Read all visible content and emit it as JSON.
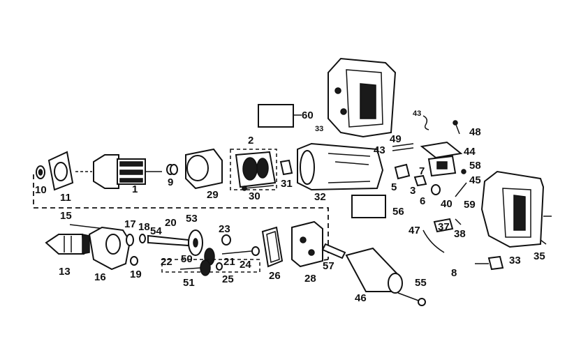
{
  "diagram": {
    "labels": [
      {
        "id": "l-10",
        "text": "10"
      },
      {
        "id": "l-11",
        "text": "11"
      },
      {
        "id": "l-1",
        "text": "1"
      },
      {
        "id": "l-9",
        "text": "9"
      },
      {
        "id": "l-29",
        "text": "29"
      },
      {
        "id": "l-2",
        "text": "2"
      },
      {
        "id": "l-30",
        "text": "30"
      },
      {
        "id": "l-31",
        "text": "31"
      },
      {
        "id": "l-32",
        "text": "32"
      },
      {
        "id": "l-60",
        "text": "60"
      },
      {
        "id": "l-33a",
        "text": "33"
      },
      {
        "id": "l-43a",
        "text": "43"
      },
      {
        "id": "l-48",
        "text": "48"
      },
      {
        "id": "l-49",
        "text": "49"
      },
      {
        "id": "l-43b",
        "text": "43"
      },
      {
        "id": "l-44",
        "text": "44"
      },
      {
        "id": "l-7",
        "text": "7"
      },
      {
        "id": "l-58",
        "text": "58"
      },
      {
        "id": "l-45",
        "text": "45"
      },
      {
        "id": "l-5",
        "text": "5"
      },
      {
        "id": "l-3",
        "text": "3"
      },
      {
        "id": "l-6",
        "text": "6"
      },
      {
        "id": "l-40",
        "text": "40"
      },
      {
        "id": "l-59",
        "text": "59"
      },
      {
        "id": "l-56",
        "text": "56"
      },
      {
        "id": "l-15",
        "text": "15"
      },
      {
        "id": "l-17",
        "text": "17"
      },
      {
        "id": "l-18",
        "text": "18"
      },
      {
        "id": "l-54",
        "text": "54"
      },
      {
        "id": "l-20",
        "text": "20"
      },
      {
        "id": "l-53",
        "text": "53"
      },
      {
        "id": "l-23",
        "text": "23"
      },
      {
        "id": "l-13",
        "text": "13"
      },
      {
        "id": "l-16",
        "text": "16"
      },
      {
        "id": "l-19",
        "text": "19"
      },
      {
        "id": "l-22",
        "text": "22"
      },
      {
        "id": "l-50",
        "text": "50"
      },
      {
        "id": "l-21",
        "text": "21"
      },
      {
        "id": "l-24",
        "text": "24"
      },
      {
        "id": "l-51",
        "text": "51"
      },
      {
        "id": "l-25",
        "text": "25"
      },
      {
        "id": "l-26",
        "text": "26"
      },
      {
        "id": "l-28",
        "text": "28"
      },
      {
        "id": "l-57",
        "text": "57"
      },
      {
        "id": "l-47",
        "text": "47"
      },
      {
        "id": "l-37",
        "text": "37"
      },
      {
        "id": "l-38",
        "text": "38"
      },
      {
        "id": "l-8",
        "text": "8"
      },
      {
        "id": "l-33b",
        "text": "33"
      },
      {
        "id": "l-35",
        "text": "35"
      },
      {
        "id": "l-46",
        "text": "46"
      },
      {
        "id": "l-55",
        "text": "55"
      }
    ]
  }
}
